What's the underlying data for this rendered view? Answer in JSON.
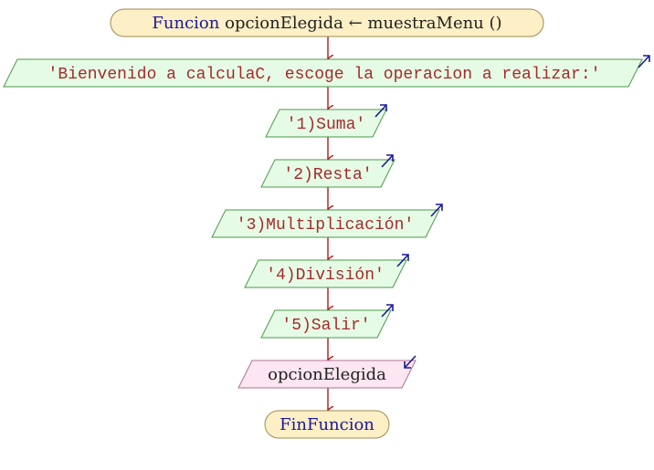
{
  "header": {
    "keyword": "Funcion",
    "return_var": "opcionElegida",
    "assign_arrow": "←",
    "function_name": "muestraMenu",
    "parens": "()"
  },
  "outputs": [
    {
      "text": "'Bienvenido a calculaC, escoge la operacion a realizar:'"
    },
    {
      "text": "'1)Suma'"
    },
    {
      "text": "'2)Resta'"
    },
    {
      "text": "'3)Multiplicación'"
    },
    {
      "text": "'4)División'"
    },
    {
      "text": "'5)Salir'"
    }
  ],
  "input": {
    "text": "opcionElegida"
  },
  "footer": {
    "text": "FinFuncion"
  },
  "colors": {
    "terminal_fill": "#fdefc6",
    "terminal_stroke": "#a08a50",
    "output_fill": "#e6fbe6",
    "output_stroke": "#4a9a4a",
    "input_fill": "#fce6f1",
    "input_stroke": "#b07090",
    "arrow": "#b21a1a",
    "string_text": "#a52a2a",
    "keyword_text": "#1a1a9a",
    "plain_text": "#222222",
    "io_arrow": "#1a1a9a"
  }
}
